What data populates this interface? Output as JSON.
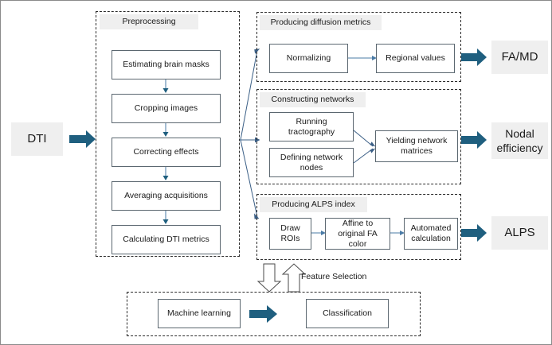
{
  "diagram": {
    "title": "DTI processing pipeline flowchart",
    "colors": {
      "panel_border": "#2b2b2b",
      "box_border": "#5b6770",
      "shaded_fill": "#efefef",
      "thin_arrow": "#4a7ba6",
      "block_arrow": "#1f5f7f",
      "hollow_arrow_stroke": "#4a4a4a",
      "text": "#1a1a1a"
    }
  },
  "input": {
    "label": "DTI"
  },
  "preprocessing": {
    "title": "Preprocessing",
    "steps": [
      {
        "label": "Estimating brain masks"
      },
      {
        "label": "Cropping images"
      },
      {
        "label": "Correcting effects"
      },
      {
        "label": "Averaging acquisitions"
      },
      {
        "label": "Calculating DTI metrics"
      }
    ]
  },
  "branches": [
    {
      "id": "diffusion-metrics",
      "title": "Producing diffusion metrics",
      "steps": [
        {
          "label": "Normalizing"
        },
        {
          "label": "Regional values"
        }
      ],
      "output": "FA/MD"
    },
    {
      "id": "constructing-networks",
      "title": "Constructing networks",
      "steps": [
        {
          "label": "Running tractography"
        },
        {
          "label": "Defining network nodes"
        },
        {
          "label": "Yielding network matrices"
        }
      ],
      "output": "Nodal efficiency"
    },
    {
      "id": "alps-index",
      "title": "Producing ALPS index",
      "steps": [
        {
          "label": "Draw ROIs"
        },
        {
          "label": "Affine to original FA color"
        },
        {
          "label": "Automated calculation"
        }
      ],
      "output": "ALPS"
    }
  ],
  "feature_selection": {
    "label": "Feature Selection"
  },
  "analysis": {
    "steps": [
      {
        "label": "Machine learning"
      },
      {
        "label": "Classification"
      }
    ]
  },
  "icons": {
    "down_arrow": "down-block-arrow-icon",
    "up_arrow": "up-block-arrow-icon",
    "right_arrow": "right-block-arrow-icon"
  }
}
